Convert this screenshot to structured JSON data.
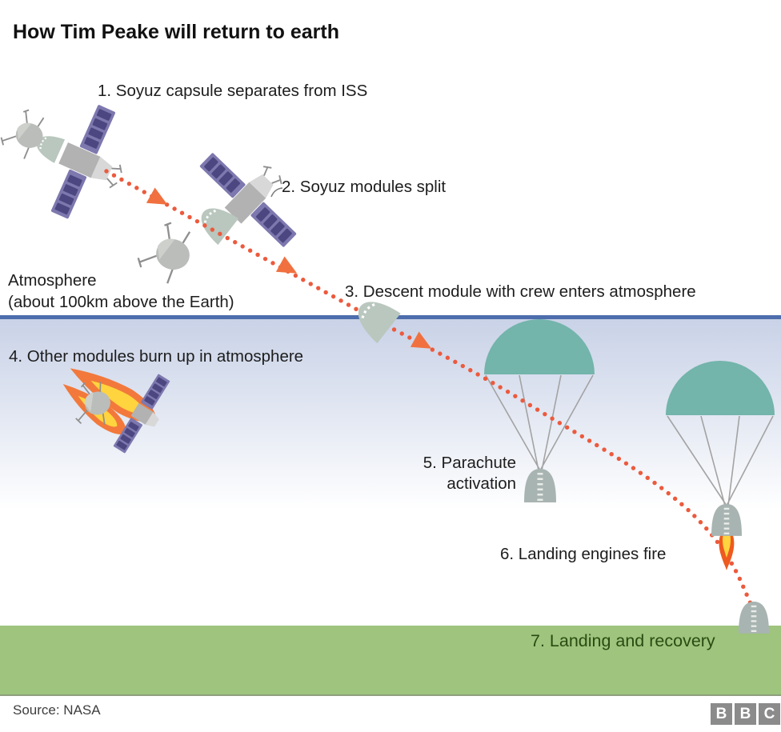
{
  "title": "How Tim Peake will return to earth",
  "atmosphere": {
    "line1": "Atmosphere",
    "line2": "(about 100km above the Earth)"
  },
  "steps": {
    "s1": "1. Soyuz capsule separates from ISS",
    "s2": "2. Soyuz modules split",
    "s3": "3. Descent module with crew enters atmosphere",
    "s4": "4. Other modules burn up in atmosphere",
    "s5_line1": "5. Parachute",
    "s5_line2": "activation",
    "s6": "6. Landing engines fire",
    "s7": "7. Landing and recovery"
  },
  "footer": {
    "source": "Source: NASA",
    "logo_letters": [
      "B",
      "B",
      "C"
    ]
  },
  "colors": {
    "trajectory_dot": "#ec5a3d",
    "trajectory_arrow": "#f0713f",
    "atmosphere_line": "#4d6dac",
    "atmosphere_fill_top": "#c9d2e7",
    "ground": "#9ec47d",
    "parachute_canopy": "#73b4ab",
    "solar_panel": "#7d78ae",
    "solar_panel_cell": "#4c4780",
    "module_gray": "#b2b2b2",
    "capsule": "#a8b4b1",
    "descent_bell": "#b9c7be",
    "flame_outer": "#f2793b",
    "flame_inner": "#ffd43e",
    "step7_text": "#2a4b12",
    "logo_box": "#8b8b8b"
  },
  "illustrations": [
    "soyuz-spacecraft-icon",
    "soyuz-modules-split-icon",
    "descent-module-icon",
    "burning-modules-icon",
    "parachute-capsule-icon",
    "parachute-engine-capsule-icon",
    "landed-capsule-icon"
  ]
}
